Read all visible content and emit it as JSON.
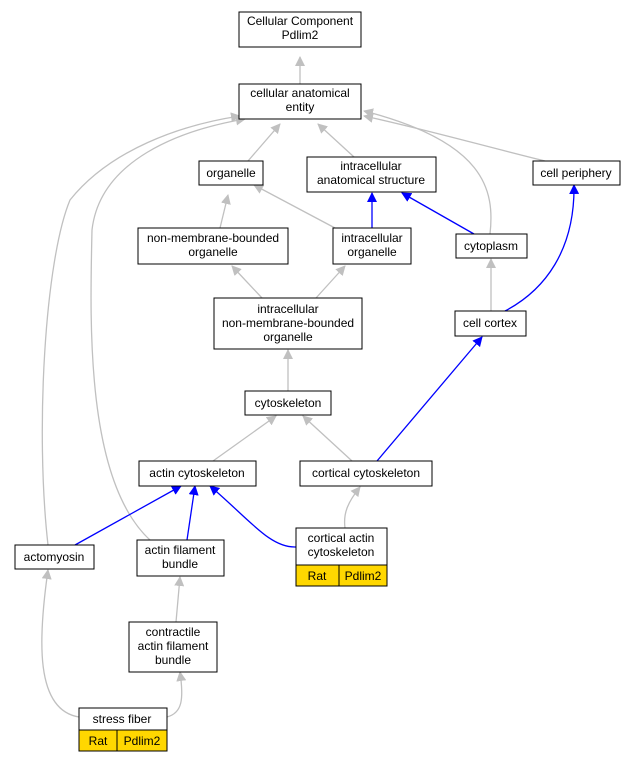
{
  "colors": {
    "is_a_edge": "#c0c0c0",
    "part_of_edge": "#0000ff",
    "annotation_fill": "#ffd700",
    "node_border": "#000000",
    "node_fill": "#ffffff"
  },
  "nodes": {
    "root": {
      "lines": [
        "Cellular Component",
        "Pdlim2"
      ]
    },
    "cae": {
      "lines": [
        "cellular anatomical",
        "entity"
      ]
    },
    "organelle": {
      "lines": [
        "organelle"
      ]
    },
    "ias": {
      "lines": [
        "intracellular",
        "anatomical structure"
      ]
    },
    "cellper": {
      "lines": [
        "cell periphery"
      ]
    },
    "nmbo": {
      "lines": [
        "non-membrane-bounded",
        "organelle"
      ]
    },
    "io": {
      "lines": [
        "intracellular",
        "organelle"
      ]
    },
    "cytoplasm": {
      "lines": [
        "cytoplasm"
      ]
    },
    "inmbo": {
      "lines": [
        "intracellular",
        "non-membrane-bounded",
        "organelle"
      ]
    },
    "cellcortex": {
      "lines": [
        "cell cortex"
      ]
    },
    "cytoskeleton": {
      "lines": [
        "cytoskeleton"
      ]
    },
    "actincyto": {
      "lines": [
        "actin cytoskeleton"
      ]
    },
    "corticalcyto": {
      "lines": [
        "cortical cytoskeleton"
      ]
    },
    "actomyosin": {
      "lines": [
        "actomyosin"
      ]
    },
    "afb": {
      "lines": [
        "actin filament",
        "bundle"
      ]
    },
    "cac": {
      "lines": [
        "cortical actin",
        "cytoskeleton"
      ],
      "annotations": [
        "Rat",
        "Pdlim2"
      ]
    },
    "cafb": {
      "lines": [
        "contractile",
        "actin filament",
        "bundle"
      ]
    },
    "stressfiber": {
      "lines": [
        "stress fiber"
      ],
      "annotations": [
        "Rat",
        "Pdlim2"
      ]
    }
  }
}
